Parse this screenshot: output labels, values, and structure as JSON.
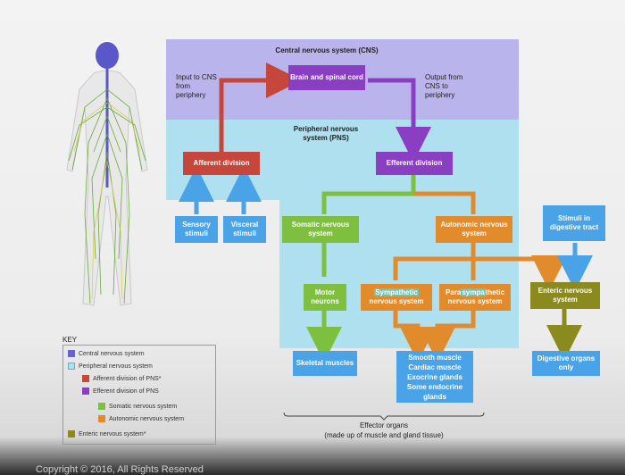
{
  "cns": {
    "title": "Central nervous system (CNS)",
    "brain_box": "Brain and spinal cord",
    "input_label": "Input to CNS from periphery",
    "output_label": "Output from CNS to periphery"
  },
  "pns": {
    "title": "Peripheral nervous system (PNS)",
    "afferent": "Afferent division",
    "efferent": "Efferent division"
  },
  "stimuli": {
    "sensory": "Sensory stimuli",
    "visceral": "Visceral stimuli",
    "digestive": "Stimuli in digestive tract"
  },
  "systems": {
    "somatic": "Somatic nervous system",
    "autonomic": "Autonomic nervous system",
    "motor": "Motor neurons",
    "sympathetic_pre": "",
    "sympathetic_highlight": "Sympathetic",
    "sympathetic_post": "nervous system",
    "parasympathetic_pre": "Para",
    "parasympathetic_highlight": "sympa",
    "parasympathetic_post": "thetic nervous system",
    "enteric": "Enteric nervous system"
  },
  "effectors": {
    "skeletal": "Skeletal muscles",
    "smooth": "Smooth muscle Cardiac muscle Exocrine glands Some endocrine glands",
    "digestive": "Digestive organs only",
    "caption_title": "Effector organs",
    "caption_sub": "(made up of muscle and gland tissue)"
  },
  "key": {
    "title": "KEY",
    "items": [
      {
        "label": "Central nervous system",
        "color": "#6a5fd6"
      },
      {
        "label": "Peripheral nervous system",
        "color": "#aee0f0"
      },
      {
        "label": "Afferent division of PNS*",
        "color": "#c6463b"
      },
      {
        "label": "Efferent division of PNS",
        "color": "#8a3fc2"
      },
      {
        "label": "Somatic nervous system",
        "color": "#7fbf3f"
      },
      {
        "label": "Autonomic nervous system",
        "color": "#e18b2d"
      },
      {
        "label": "Enteric nervous system*",
        "color": "#8a8a1e"
      }
    ]
  },
  "footer": "Copyright © 2016, All Rights Reserved"
}
